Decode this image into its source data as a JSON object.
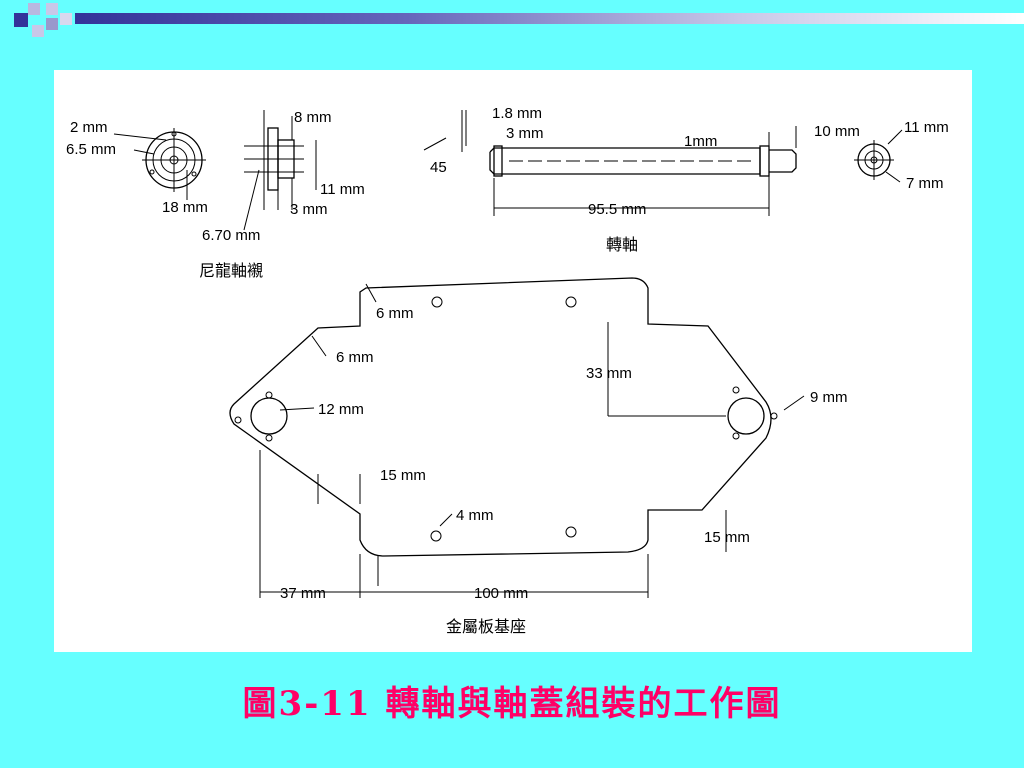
{
  "caption": "圖3-11  轉軸與軸蓋組裝的工作圖",
  "colors": {
    "background": "#66ffff",
    "caption": "#ff0066",
    "bar_dark": "#333399",
    "panel": "#ffffff"
  },
  "bushing": {
    "caption": "尼龍軸襯",
    "label_2mm": "2 mm",
    "label_6_5mm": "6.5 mm",
    "label_18mm": "18 mm",
    "label_8mm": "8 mm",
    "label_11mm": "11 mm",
    "label_3mm": "3 mm",
    "label_6_70mm": "6.70 mm"
  },
  "shaft": {
    "caption": "轉軸",
    "label_1_8mm": "1.8 mm",
    "label_3mm": "3 mm",
    "label_45": "45",
    "label_1mm": "1mm",
    "label_10mm": "10 mm",
    "label_11mm": "11 mm",
    "label_7mm": "7 mm",
    "label_95_5mm": "95.5 mm"
  },
  "base": {
    "caption": "金屬板基座",
    "label_6mm_a": "6 mm",
    "label_6mm_b": "6 mm",
    "label_33mm": "33 mm",
    "label_12mm": "12 mm",
    "label_9mm": "9 mm",
    "label_15mm_a": "15 mm",
    "label_4mm": "4 mm",
    "label_15mm_b": "15 mm",
    "label_37mm": "37 mm",
    "label_100mm": "100 mm"
  }
}
